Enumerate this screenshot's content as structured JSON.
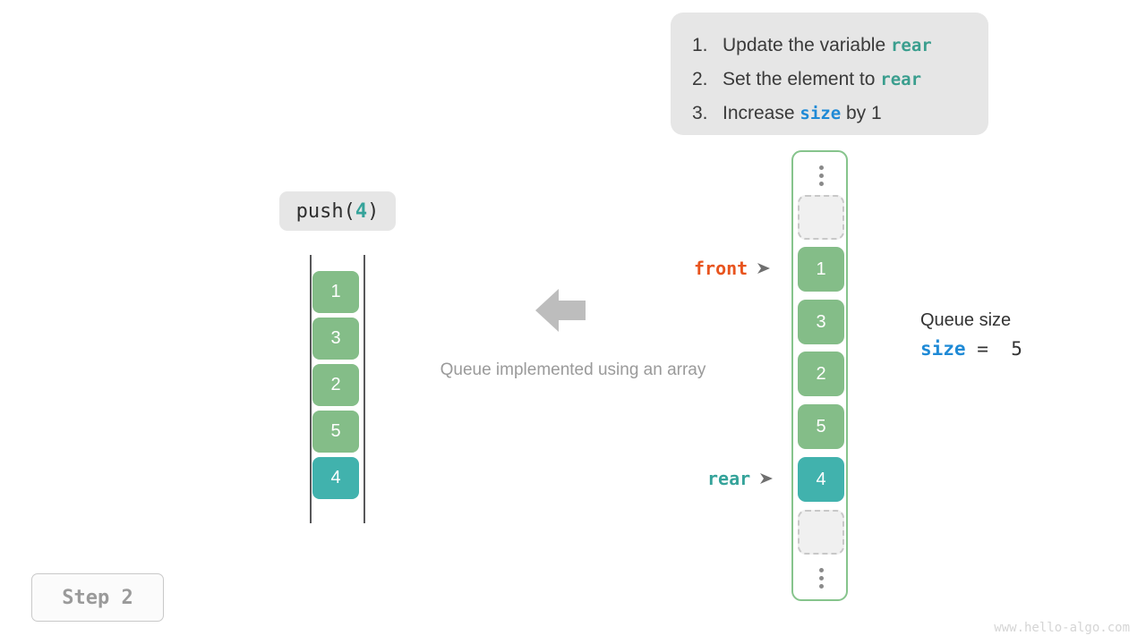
{
  "instructions": {
    "steps": [
      {
        "num": "1.",
        "pre": "Update the variable ",
        "code": "rear",
        "code_color": "teal",
        "post": ""
      },
      {
        "num": "2.",
        "pre": "Set the element to ",
        "code": "rear",
        "code_color": "teal",
        "post": ""
      },
      {
        "num": "3.",
        "pre": "Increase ",
        "code": "size",
        "code_color": "blue",
        "post": " by 1"
      }
    ]
  },
  "operation": {
    "name": "push(",
    "arg": "4",
    "close": ")"
  },
  "left_queue": {
    "cells": [
      {
        "value": "1",
        "state": "normal"
      },
      {
        "value": "3",
        "state": "normal"
      },
      {
        "value": "2",
        "state": "normal"
      },
      {
        "value": "5",
        "state": "normal"
      },
      {
        "value": "4",
        "state": "highlight"
      }
    ]
  },
  "center": {
    "caption": "Queue implemented using an array",
    "arrow_icon": "arrow-left-icon"
  },
  "array": {
    "cells": [
      {
        "kind": "dots",
        "value": ""
      },
      {
        "kind": "empty",
        "value": ""
      },
      {
        "kind": "value",
        "value": "1",
        "state": "normal"
      },
      {
        "kind": "value",
        "value": "3",
        "state": "normal"
      },
      {
        "kind": "value",
        "value": "2",
        "state": "normal"
      },
      {
        "kind": "value",
        "value": "5",
        "state": "normal"
      },
      {
        "kind": "value",
        "value": "4",
        "state": "highlight"
      },
      {
        "kind": "empty",
        "value": ""
      },
      {
        "kind": "dots",
        "value": ""
      }
    ]
  },
  "pointers": {
    "front": {
      "label": "front",
      "arrow": "➤",
      "color": "#e8541e"
    },
    "rear": {
      "label": "rear",
      "arrow": "➤",
      "color": "#35a39a"
    }
  },
  "size_readout": {
    "title": "Queue size",
    "var": "size",
    "operator": "=",
    "value": "5"
  },
  "step_badge": {
    "label": "Step 2"
  },
  "watermark": {
    "text": "www.hello-algo.com"
  },
  "colors": {
    "green": "#84bd88",
    "teal": "#41b2ad",
    "orange": "#e8541e",
    "blue": "#1f8ad6",
    "code_teal": "#3a9e8e",
    "chip_bg": "#e6e6e6",
    "container_border": "#86c48c",
    "muted": "#9a9a9a"
  }
}
